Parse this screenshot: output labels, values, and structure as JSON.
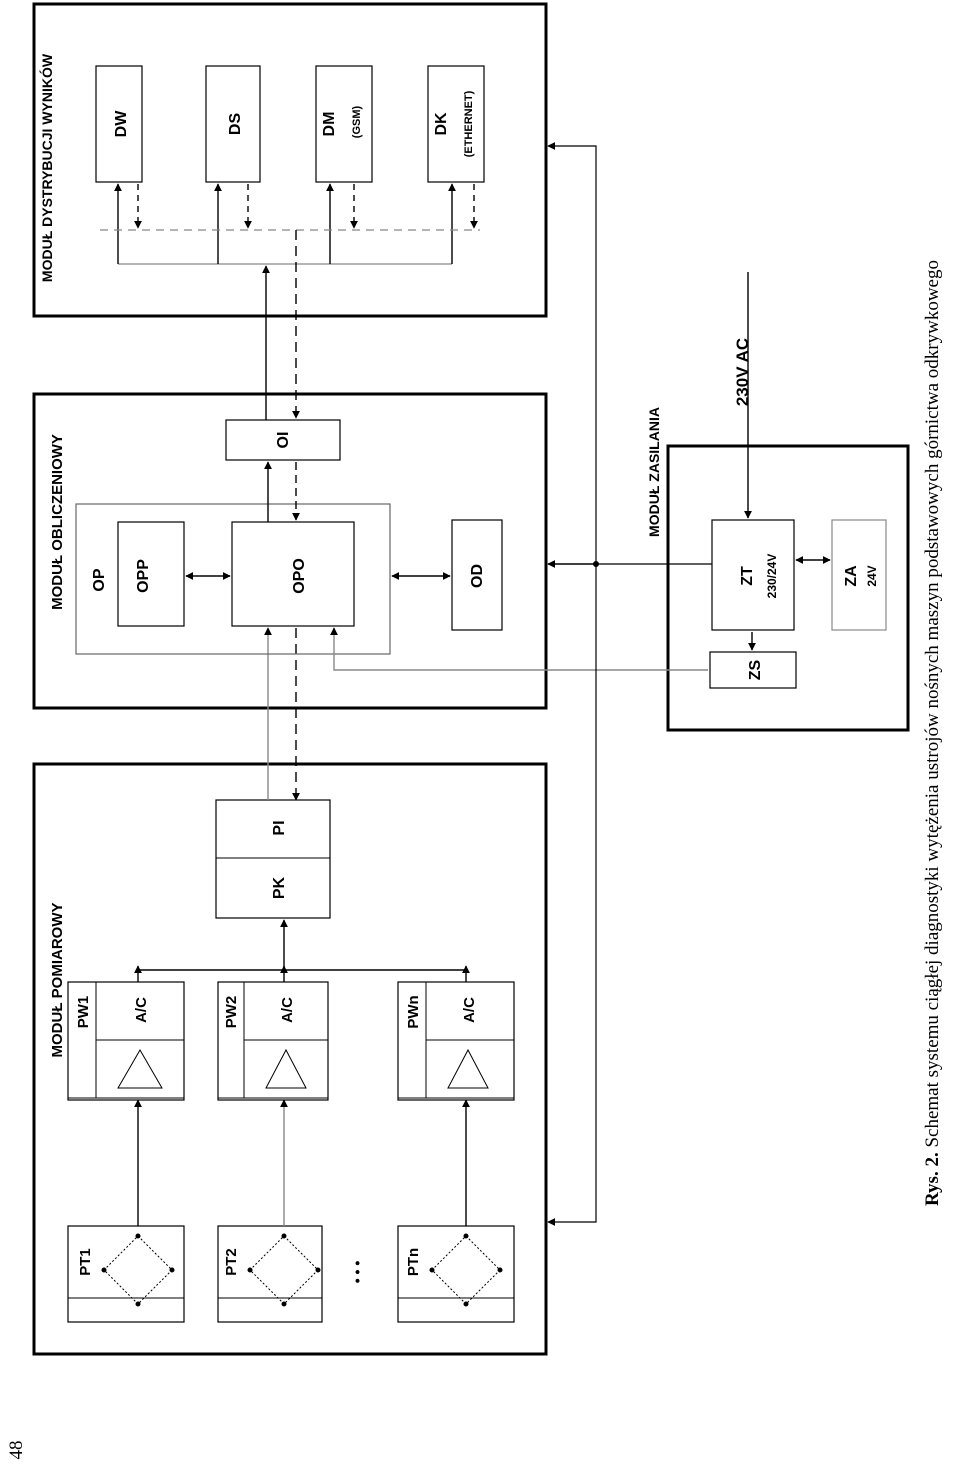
{
  "page_number": "48",
  "caption": {
    "prefix": "Rys. 2.",
    "text": " Schemat systemu ciągłej diagnostyki wytężenia ustrojów nośnych maszyn podstawowych górnictwa odkrywkowego"
  },
  "modules": {
    "measurement": {
      "title": "MODUŁ POMIAROWY",
      "sensors": [
        "PT1",
        "PT2",
        "PTn"
      ],
      "ellipsis": "• • •",
      "amplifiers": [
        "PW1",
        "PW2",
        "PWn"
      ],
      "converter": "A/C",
      "pk": "PK",
      "pi": "PI"
    },
    "computation": {
      "title": "MODUŁ OBLICZENIOWY",
      "op": "OP",
      "opp": "OPP",
      "opo": "OPO",
      "oi": "OI",
      "od": "OD"
    },
    "distribution": {
      "title": "MODUŁ DYSTRYBUCJI WYNIKÓW",
      "dw": "DW",
      "ds": "DS",
      "dm": "DM",
      "dm_sub": "(GSM)",
      "dk": "DK",
      "dk_sub": "(ETHERNET)"
    },
    "power": {
      "title": "MODUŁ ZASILANIA",
      "input": "230V AC",
      "zt": "ZT",
      "zt_sub": "230/24V",
      "za": "ZA",
      "za_sub": "24V",
      "zs": "ZS"
    }
  }
}
